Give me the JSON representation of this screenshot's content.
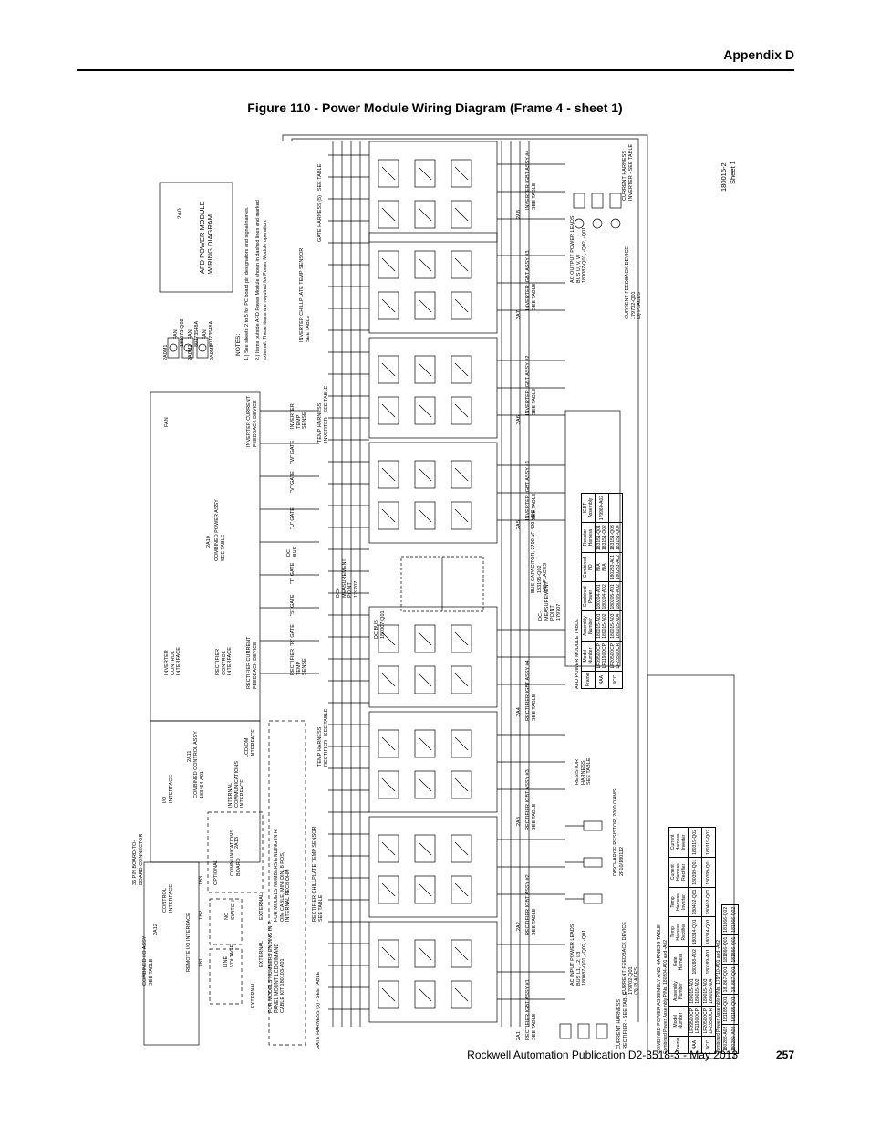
{
  "header": {
    "section": "Appendix D"
  },
  "figure": {
    "title": "Figure 110 - Power Module Wiring Diagram (Frame 4 - sheet 1)"
  },
  "footer": {
    "publication": "Rockwell Automation Publication D2-3518-3 - May 2013",
    "page": "257"
  },
  "drawing": {
    "number": "180015-2",
    "sheet": "Sheet 1",
    "title_block": "AFD POWER MODULE\nWIRING DIAGRAM",
    "title_block_ref": "2A0",
    "notes_title": "NOTES:",
    "notes": [
      "1.) See sheets 2 to 5 for PC board pin designators and signal names.",
      "2.) Items outside AFD Power Module shown in dashed lines and marked",
      "external. These items are required for Power Module operation."
    ],
    "fans": [
      {
        "ref": "2A0M1",
        "label": "FAN",
        "part": "191673-Q02"
      },
      {
        "ref": "2A0M2",
        "label": "FAN",
        "part": "80173548A"
      },
      {
        "ref": "2A0M3",
        "label": "FAN",
        "part": "80173548A"
      }
    ],
    "combined_power": {
      "ref": "2A10",
      "label": "COMBINED POWER ASSY\nSEE TABLE",
      "inverter_cs": "INVERTER CURRENT\nFEEDBACK DEVICE",
      "rectifier_cs": "RECTIFIER CURRENT\nFEEDBACK DEVICE",
      "inverter_ctrl": "INVERTER\nCONTROL\nINTERFACE",
      "rectifier_ctrl": "RECTIFIER\nCONTROL\nINTERFACE",
      "inv_temp": "INVERTER\nTEMP\nSENSE",
      "rect_temp": "RECTIFIER\nTEMP\nSENSE",
      "gate_signals": [
        "\"W\" GATE",
        "\"V\" GATE",
        "\"U\" GATE",
        "DC\nBUS",
        "\"T\" GATE",
        "\"S\" GATE",
        "\"R\" GATE"
      ],
      "fan_label": "FAN"
    },
    "control": {
      "ref": "2A11",
      "label": "COMBINED CONTROL ASSY\n183464-A01",
      "io": "I/O\nINTERFACE",
      "internal_comms": "INTERNAL\nCOMMUNICATIONS\nINTERFACE",
      "lcd": "LCD/OM\nINTERFACE",
      "connector": "36 PIN BOARD-TO-\nBOARD CONNECTOR"
    },
    "io_assy": {
      "ref": "2A12",
      "label": "COMBINED I/O ASSY\nSEE TABLE",
      "remote": "REMOTE I/O INTERFACE",
      "control": "CONTROL\nINTERFACE",
      "tb1": "TB1",
      "tb2": "TB2",
      "tb3": "TB3"
    },
    "comms": {
      "ref": "2A13",
      "label": "COMMUNICATIONS\nBOARD",
      "optional": "OPTIONAL"
    },
    "external_items": [
      "LINE\nVOLTAGE",
      "NC\nSWITCH",
      "EXTERNAL",
      "EXTERNAL",
      "EXTERNAL",
      "FOR MODELS NUMBERS ENDING IN P:\nPANEL MOUNT LCD OIM AND\nCABLE KIT 180103-A01",
      "FOR MODELS NUMBERS ENDING IN R:\nOIM CABLE, MINI DIN, 8 POS,\nINTERNAL REC8 OHM"
    ],
    "rectifier_assys": [
      {
        "ref": "2A1",
        "label": "RECTIFIER IGBT ASSY #1\nSEE TABLE"
      },
      {
        "ref": "2A2",
        "label": "RECTIFIER IGBT ASSY #2\nSEE TABLE"
      },
      {
        "ref": "2A3",
        "label": "RECTIFIER IGBT ASSY #3\nSEE TABLE"
      },
      {
        "ref": "2A4",
        "label": "RECTIFIER IGBT ASSY #4\nSEE TABLE"
      }
    ],
    "inverter_assys": [
      {
        "ref": "2A5",
        "label": "INVERTER IGBT ASSY #1\nSEE TABLE"
      },
      {
        "ref": "2A6",
        "label": "INVERTER IGBT ASSY #2\nSEE TABLE"
      },
      {
        "ref": "2A7",
        "label": "INVERTER IGBT ASSY #3\nSEE TABLE"
      },
      {
        "ref": "2A8",
        "label": "INVERTER IGBT ASSY #4\nSEE TABLE"
      }
    ],
    "misc_labels": {
      "rect_chill": "RECTIFIER CHILLPLATE TEMP SENSOR\nSEE TABLE",
      "inv_chill": "INVERTER CHILLPLATE TEMP SENSOR\nSEE TABLE",
      "gate_harness_rect": "GATE HARNESS (5) - SEE TABLE",
      "gate_harness_inv": "GATE HARNESS (5) - SEE TABLE",
      "temp_harness_rect": "TEMP HARNESS\nRECTIFIER - SEE TABLE",
      "temp_harness_inv": "TEMP HARNESS\nINVERTER - SEE TABLE",
      "resistor_harness": "RESISTOR\nHARNESS\nSEE TABLE",
      "discharge": "DISCHARGE RESISTOR, 2000 OHMS\n2F10/180112",
      "ac_input": "AC INPUT POWER LEADS\nBUS L1, L2, L3\n180087-Q01, -Q02, -Q01",
      "ac_output": "AC OUTPUT POWER LEADS\nBUS U, V, W\n180087-Q01, -Q02, -Q01",
      "feedback_in": "CURRENT FEEDBACK DEVICE\n179702-Q01\n(3) PLACES",
      "feedback_out": "CURRENT FEEDBACK DEVICE\n179702-Q01\n(3) PLACES",
      "cur_harness_in": "CURRENT HARNESS\nRECTIFIER - SEE TABLE",
      "cur_harness_out": "CURRENT HARNESS\nINVERTER - SEE TABLE",
      "bus_cap": "BUS CAPACITOR, 2700 uF 420 VDC\n183195-Q02\n(48) PLACES",
      "dc_meas": "DC+\nMEASUREMENT\nPOINT\n179707",
      "dc_meas2": "DC-\nMEASUREMENT\nPOINT\n179707",
      "dc_bus": "DC BUS\n180007-Q01"
    },
    "afd_table": {
      "title": "AFD POWER MODULE TABLE",
      "refs": [
        "2A0",
        "2A10",
        "2A12",
        "2A1",
        "2A5"
      ],
      "headers": [
        "Frame",
        "Model\nNumber",
        "Assembly\nNumber",
        "Combined\nPower",
        "Combined\nI/O",
        "Resistor\nHarness",
        "IGBT\nAssembly"
      ],
      "rows": [
        [
          "4AA",
          "LF0950DCP\nLF1190DCP",
          "180015-A01\n180015-A02",
          "180204-A01\n180204-A02",
          "N/A\nN/A",
          "183151-Q01\n183151-Q02",
          "179960-A02"
        ],
        [
          "4CC",
          "LF2050DCP\nLF2350DCR",
          "180015-A03\n180015-A04",
          "180205-A01\n180205-A02",
          "180233-A01\n180233-A02",
          "183151-Q03\n183151-Q04",
          ""
        ]
      ]
    },
    "cp_table": {
      "title": "COMBINED POWER ASSEMBLY AND HARNESS TABLE",
      "sub1": "Combined Power Assembly P/Ns: 180204-A01 and -A02",
      "sub2": "Combined Power Assembly P/Ns: 179710-A01 and -A02",
      "headers": [
        "Frame",
        "Model\nNumber",
        "Assembly\nNumber",
        "Gate\nHarness",
        "Temp\nHarness\nRectifier",
        "Temp\nHarness\nInverter",
        "Current\nHarness\nRectifier",
        "Current\nHarness\nInverter"
      ],
      "rows": [
        [
          "4AA",
          "LF0950DCP\nLF1190DCP",
          "180015-A01\n180015-A02",
          "180288-A02",
          "180314-Q01",
          "180402-Q01",
          "180399-Q01",
          "180319-Q02"
        ],
        [
          "4CC",
          "LF2050DCP\nLF2350DCR",
          "180015-A03\n180015-A04",
          "180289-A01",
          "180314-Q01",
          "180402-Q01",
          "180399-Q01",
          "180319-Q02"
        ]
      ],
      "rows2": [
        [
          "180288-A02",
          "181185-Q01",
          "181867-Q01",
          "181866-Q01",
          "181866-Q02"
        ],
        [
          "180289-A02",
          "181185-Q01",
          "181867-Q01",
          "181866-Q01",
          "181866-Q02"
        ]
      ]
    }
  }
}
